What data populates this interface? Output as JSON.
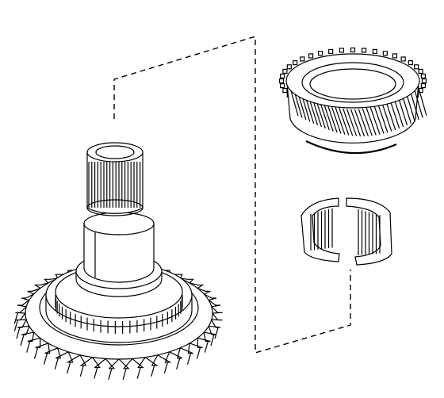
{
  "diagram": {
    "kind": "exploded assembly illustration",
    "line_color": "#000000",
    "background": "#ffffff",
    "parts": [
      {
        "id": "mainshaft-gear-assembly",
        "icon": "shaft-with-gear-icon"
      },
      {
        "id": "helical-gear",
        "icon": "helical-gear-icon"
      },
      {
        "id": "needle-bearing",
        "icon": "split-needle-roller-bearing-icon"
      }
    ],
    "connector": {
      "style": "dashed"
    }
  }
}
